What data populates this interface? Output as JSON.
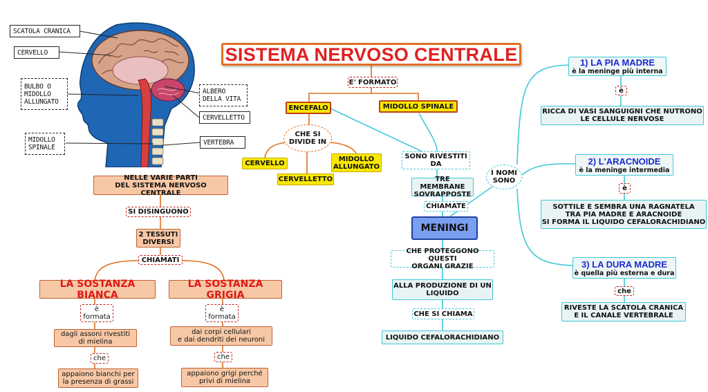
{
  "title": "SISTEMA NERVOSO CENTRALE",
  "brain_labels": {
    "scatola_cranica": "SCATOLA CRANICA",
    "cervello": "CERVELLO",
    "bulbo": "BULBO O\nMIDOLLO\nALLUNGATO",
    "midollo_spinale": "MIDOLLO\nSPINALE",
    "albero": "ALBERO\nDELLA VITA",
    "cervelletto": "CERVELLETTO",
    "vertebra": "VERTEBRA"
  },
  "center": {
    "e_formato": "E' FORMATO",
    "encefalo": "ENCEFALO",
    "midollo_spinale": "MIDOLLO SPINALE",
    "che_si_divide": "CHE SI\nDIVIDE IN",
    "cervello": "CERVELLO",
    "cervelletto": "CERVELLETTO",
    "midollo_allungato": "MIDOLLO\nALLUNGATO",
    "sono_rivestiti": "SONO RIVESTITI\nDA",
    "tre_membrane": "TRE MEMBRANE\nSOVRAPPOSTE",
    "chiamate": "CHIAMATE",
    "meningi": "MENINGI",
    "che_proteggono": "CHE PROTEGGONO QUESTI\nORGANI GRAZIE",
    "alla_produzione": "ALLA PRODUZIONE DI UN\nLIQUIDO",
    "che_si_chiama": "CHE SI CHIAMA",
    "liquido": "LIQUIDO CEFALORACHIDIANO",
    "i_nomi": "I NOMI\nSONO"
  },
  "left": {
    "nelle_varie": "NELLE VARIE PARTI\nDEL SISTEMA NERVOSO CENTRALE",
    "si_disinguono": "SI DISINGUONO",
    "due_tessuti": "2 TESSUTI\nDIVERSI",
    "chiamati": "CHIAMATI",
    "bianca": "LA SOSTANZA BIANCA",
    "grigia": "LA SOSTANZA GRIGIA",
    "e_formata_1": "è\nformata",
    "e_formata_2": "è\nformata",
    "assoni": "dagli assoni rivestiti\ndi mielina",
    "corpi": "dai corpi cellulari\ne dai dendriti dei neuroni",
    "che_1": "che",
    "che_2": "che",
    "bianchi": "appaiono bianchi per\nla presenza di grassi",
    "grigi": "appaiono grigi perché\nprivi di mielina"
  },
  "meningi": {
    "pia_title": "1) LA PIA MADRE",
    "pia_sub": "è la meninge più interna",
    "pia_e": "è",
    "pia_desc": "RICCA DI VASI SANGUIGNI CHE NUTRONO\nLE CELLULE NERVOSE",
    "arac_title": "2)  L'ARACNOIDE",
    "arac_sub": "è  la meninge intermedia",
    "arac_e": "è",
    "arac_desc": "SOTTILE E SEMBRA UNA RAGNATELA\nTRA PIA MADRE E ARACNOIDE\nSI FORMA IL LIQUIDO CEFALORACHIDIANO",
    "dura_title": "3) LA DURA MADRE",
    "dura_sub": "è quella più esterna e dura",
    "dura_che": "che",
    "dura_desc": "RIVESTE LA SCATOLA CRANICA\nE IL CANALE VERTEBRALE"
  },
  "colors": {
    "title_red": "#e02020",
    "orange_border": "#e07020",
    "yellow_fill": "#f8e800",
    "peach_fill": "#f7c8a6",
    "cyan_line": "#40c8d8",
    "meningi_blue": "#7a9ef0",
    "heading_blue": "#1a2ad0"
  },
  "illustration": "head-brain-cross-section"
}
